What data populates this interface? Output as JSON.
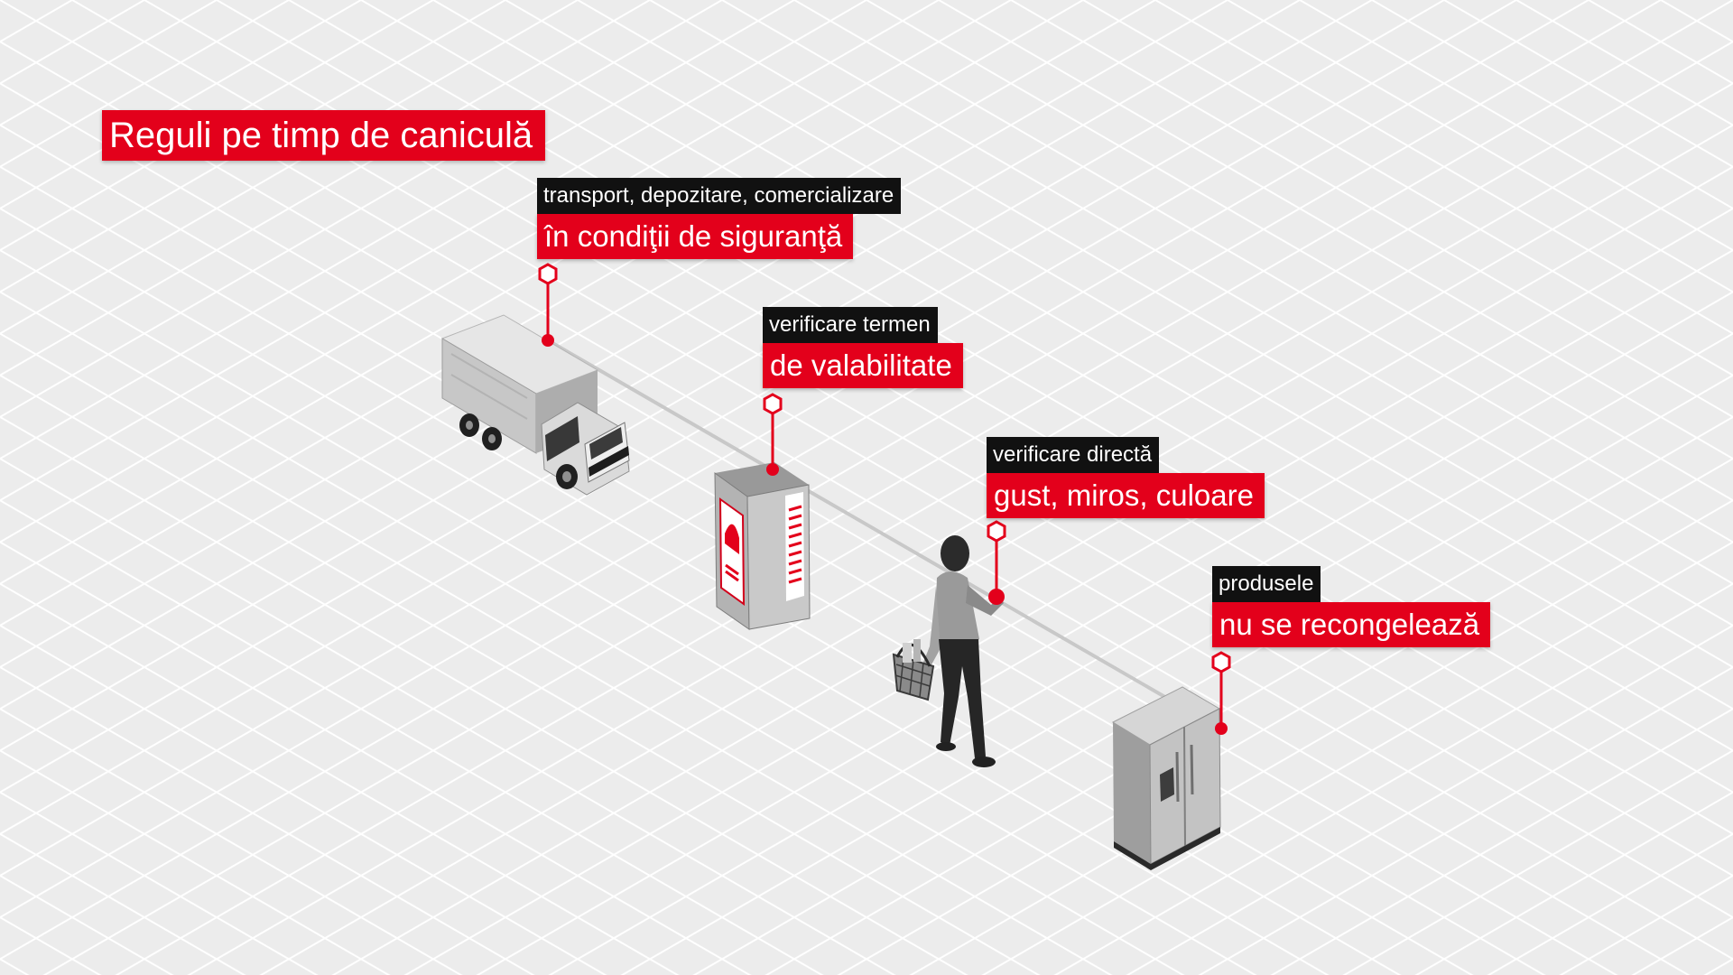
{
  "title": "Reguli pe timp de caniculă",
  "steps": [
    {
      "label_top": "transport, depozitare, comercializare",
      "label_bottom": "în condiţii de siguranţă",
      "illustration": "truck-icon"
    },
    {
      "label_top": "verificare termen",
      "label_bottom": "de valabilitate",
      "illustration": "food-package-icon"
    },
    {
      "label_top": "verificare directă",
      "label_bottom": "gust, miros, culoare",
      "illustration": "shopper-icon"
    },
    {
      "label_top": "produsele",
      "label_bottom": "nu se recongelează",
      "illustration": "refrigerator-icon"
    }
  ],
  "colors": {
    "accent": "#e3001b",
    "label_dark": "#111111",
    "background": "#ececec",
    "grid": "#ffffff"
  }
}
